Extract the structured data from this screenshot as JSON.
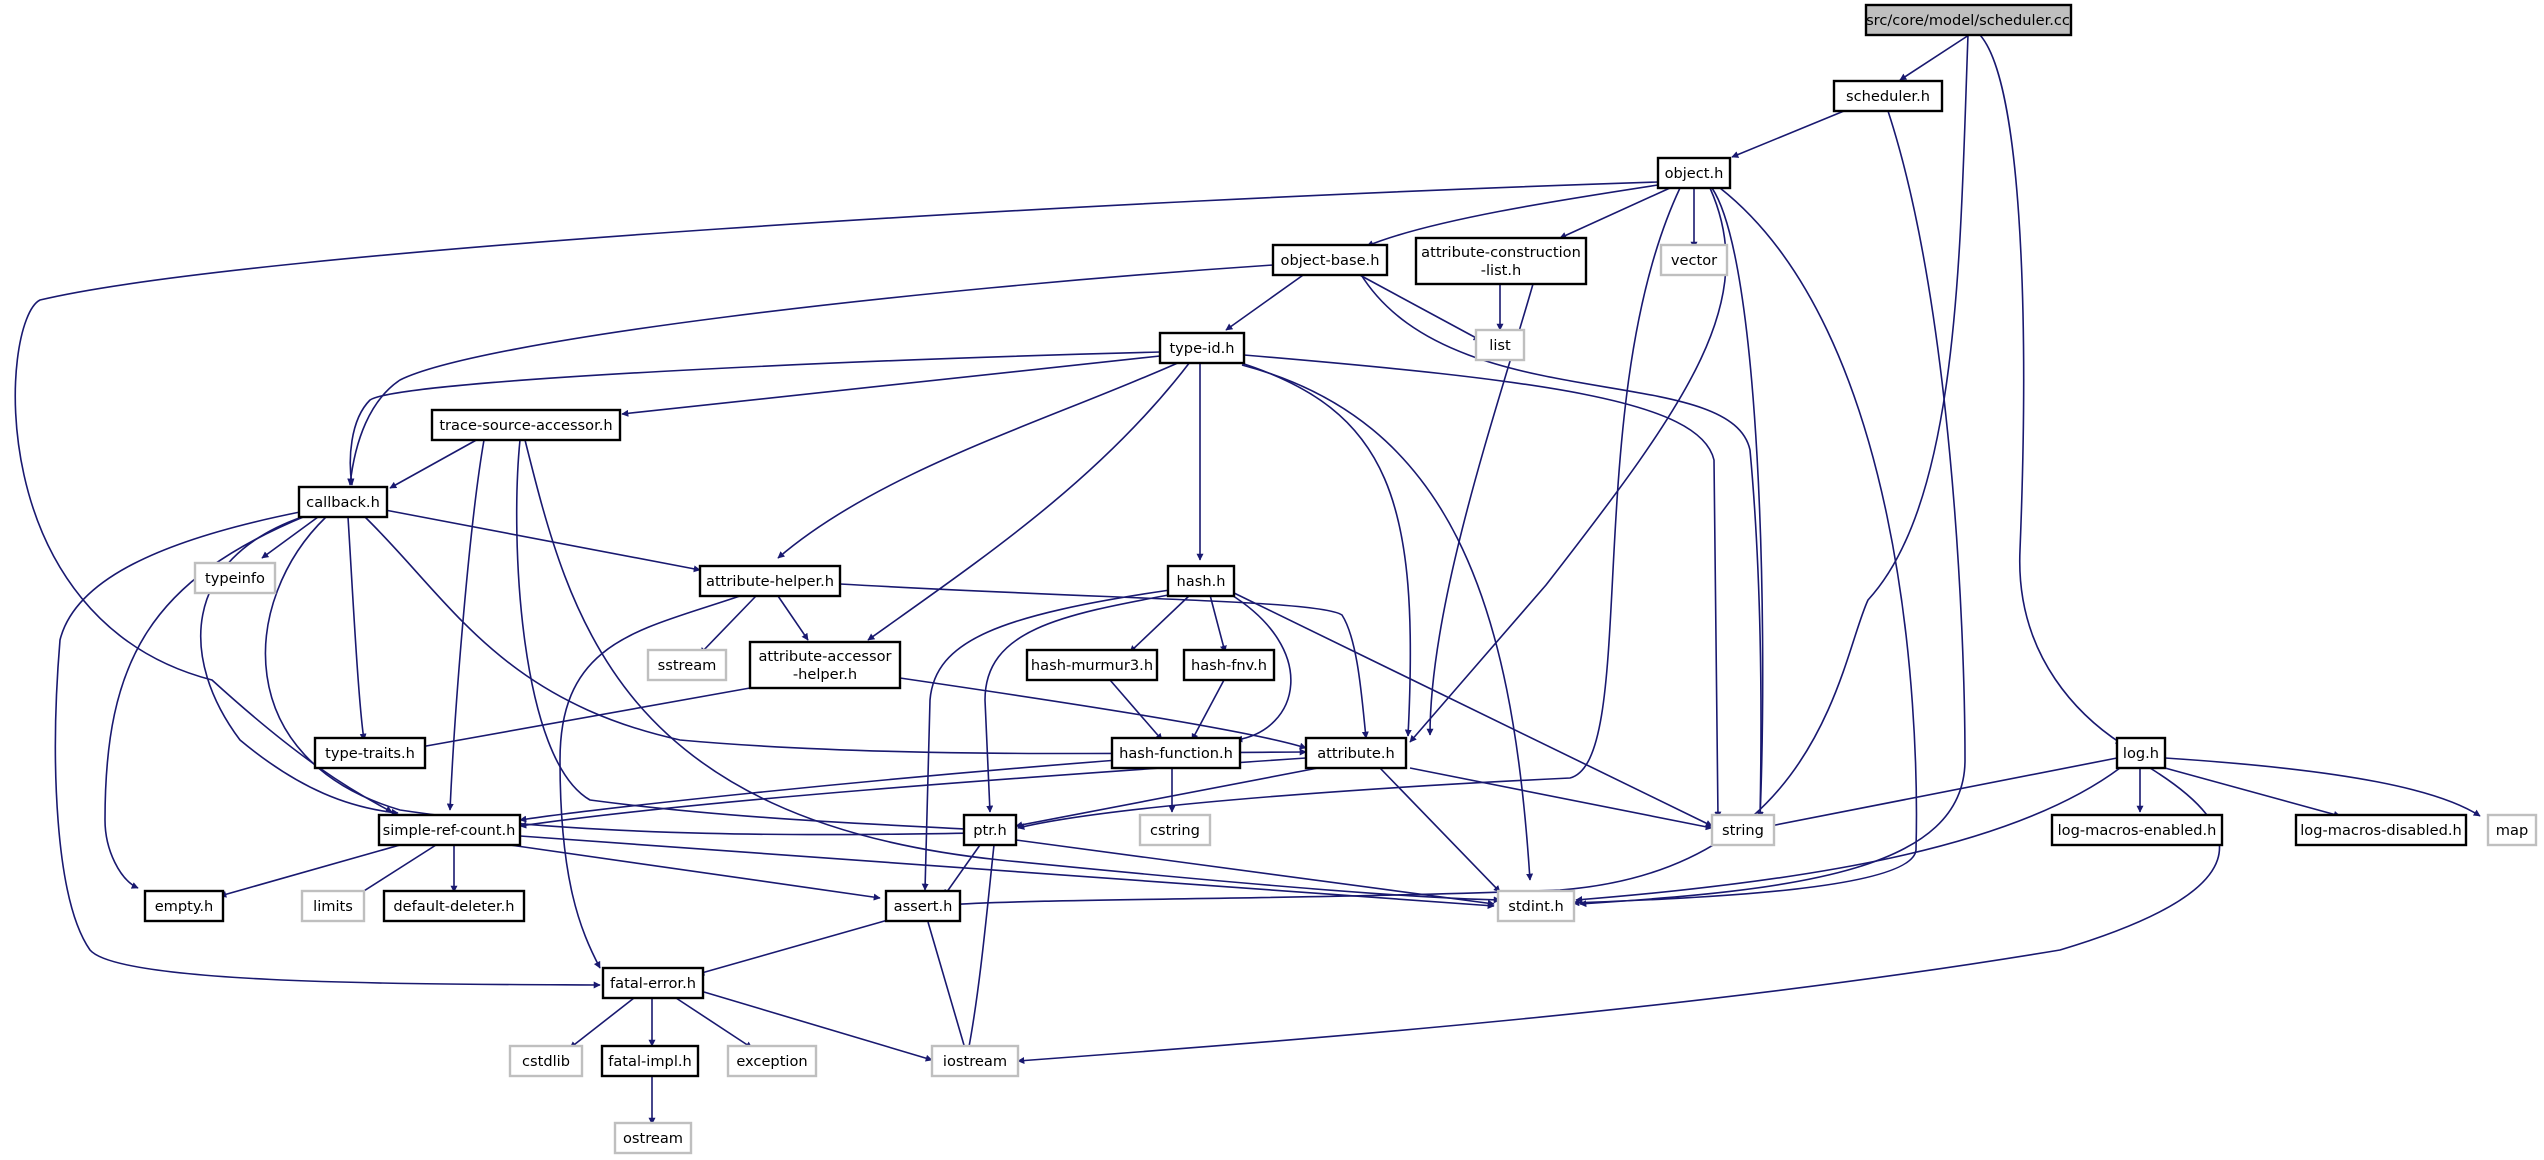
{
  "colors": {
    "edge": "#191970",
    "root_fill": "#bfbfbf",
    "node_border": "#000000",
    "external_border": "#bfbfbf"
  },
  "nodes": {
    "scheduler_cc": "src/core/model/scheduler.cc",
    "scheduler_h": "scheduler.h",
    "object_h": "object.h",
    "object_base_h": "object-base.h",
    "attr_construction_list_h": [
      "attribute-construction",
      "-list.h"
    ],
    "vector": "vector",
    "list": "list",
    "type_id_h": "type-id.h",
    "trace_source_accessor_h": "trace-source-accessor.h",
    "callback_h": "callback.h",
    "typeinfo": "typeinfo",
    "attribute_helper_h": "attribute-helper.h",
    "hash_h": "hash.h",
    "sstream": "sstream",
    "attribute_accessor_helper_h": [
      "attribute-accessor",
      "-helper.h"
    ],
    "hash_murmur3_h": "hash-murmur3.h",
    "hash_fnv_h": "hash-fnv.h",
    "type_traits_h": "type-traits.h",
    "hash_function_h": "hash-function.h",
    "attribute_h": "attribute.h",
    "log_h": "log.h",
    "simple_ref_count_h": "simple-ref-count.h",
    "ptr_h": "ptr.h",
    "cstring": "cstring",
    "string": "string",
    "log_macros_enabled_h": "log-macros-enabled.h",
    "log_macros_disabled_h": "log-macros-disabled.h",
    "map": "map",
    "empty_h": "empty.h",
    "limits": "limits",
    "default_deleter_h": "default-deleter.h",
    "assert_h": "assert.h",
    "stdint_h": "stdint.h",
    "fatal_error_h": "fatal-error.h",
    "cstdlib": "cstdlib",
    "fatal_impl_h": "fatal-impl.h",
    "exception": "exception",
    "iostream": "iostream",
    "ostream": "ostream"
  }
}
